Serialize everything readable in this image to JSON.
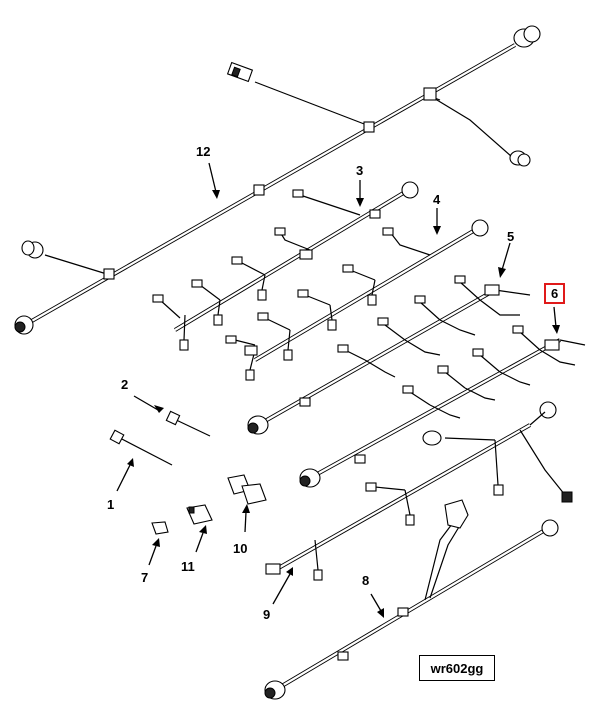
{
  "diagram": {
    "reference_code": "wr602gg",
    "callouts": [
      {
        "id": "1",
        "label": "1"
      },
      {
        "id": "2",
        "label": "2"
      },
      {
        "id": "3",
        "label": "3"
      },
      {
        "id": "4",
        "label": "4"
      },
      {
        "id": "5",
        "label": "5"
      },
      {
        "id": "6",
        "label": "6",
        "highlighted": true
      },
      {
        "id": "7",
        "label": "7"
      },
      {
        "id": "8",
        "label": "8"
      },
      {
        "id": "9",
        "label": "9"
      },
      {
        "id": "10",
        "label": "10"
      },
      {
        "id": "11",
        "label": "11"
      },
      {
        "id": "12",
        "label": "12"
      }
    ],
    "highlight_color": "#e01a1a",
    "line_color": "#000000"
  }
}
